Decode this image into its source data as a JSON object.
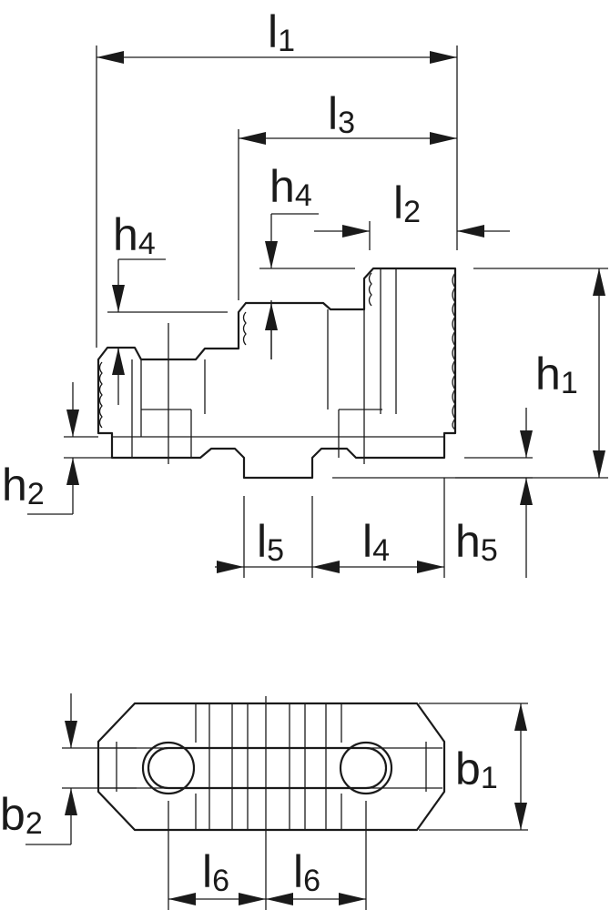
{
  "labels": {
    "l1": {
      "base": "l",
      "sub": "1"
    },
    "l2": {
      "base": "l",
      "sub": "2"
    },
    "l3": {
      "base": "l",
      "sub": "3"
    },
    "l4": {
      "base": "l",
      "sub": "4"
    },
    "l5": {
      "base": "l",
      "sub": "5"
    },
    "l6a": {
      "base": "l",
      "sub": "6"
    },
    "l6b": {
      "base": "l",
      "sub": "6"
    },
    "h1": {
      "base": "h",
      "sub": "1"
    },
    "h2": {
      "base": "h",
      "sub": "2"
    },
    "h4a": {
      "base": "h",
      "sub": "4"
    },
    "h4b": {
      "base": "h",
      "sub": "4"
    },
    "h5": {
      "base": "h",
      "sub": "5"
    },
    "b1": {
      "base": "b",
      "sub": "1"
    },
    "b2": {
      "base": "b",
      "sub": "2"
    }
  }
}
